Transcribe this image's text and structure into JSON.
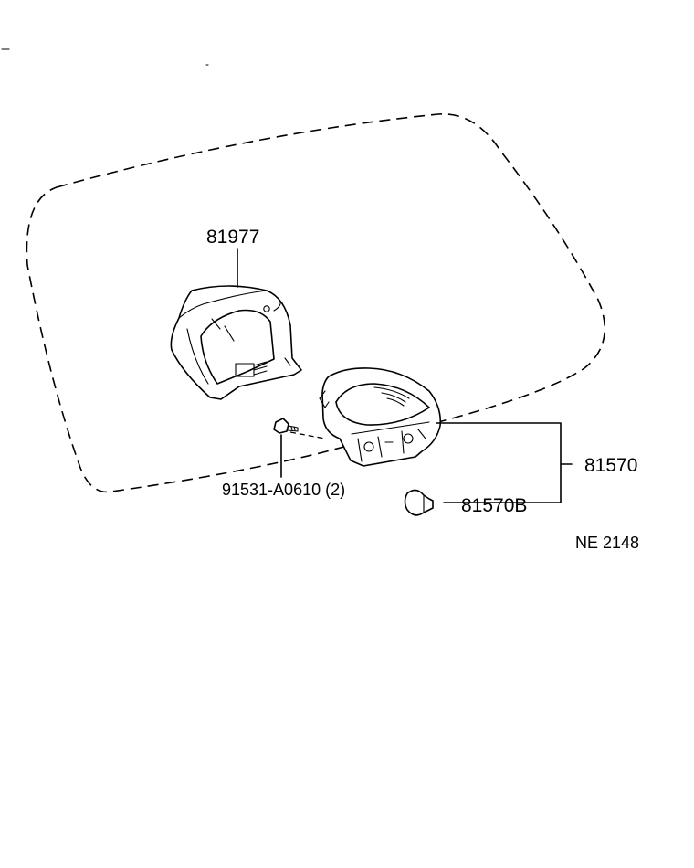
{
  "diagram": {
    "labels": {
      "cover": "81977",
      "screw": "91531-A0610 (2)",
      "lamp_assembly": "81570",
      "bulb": "81570B",
      "code": "NE 2148"
    }
  }
}
